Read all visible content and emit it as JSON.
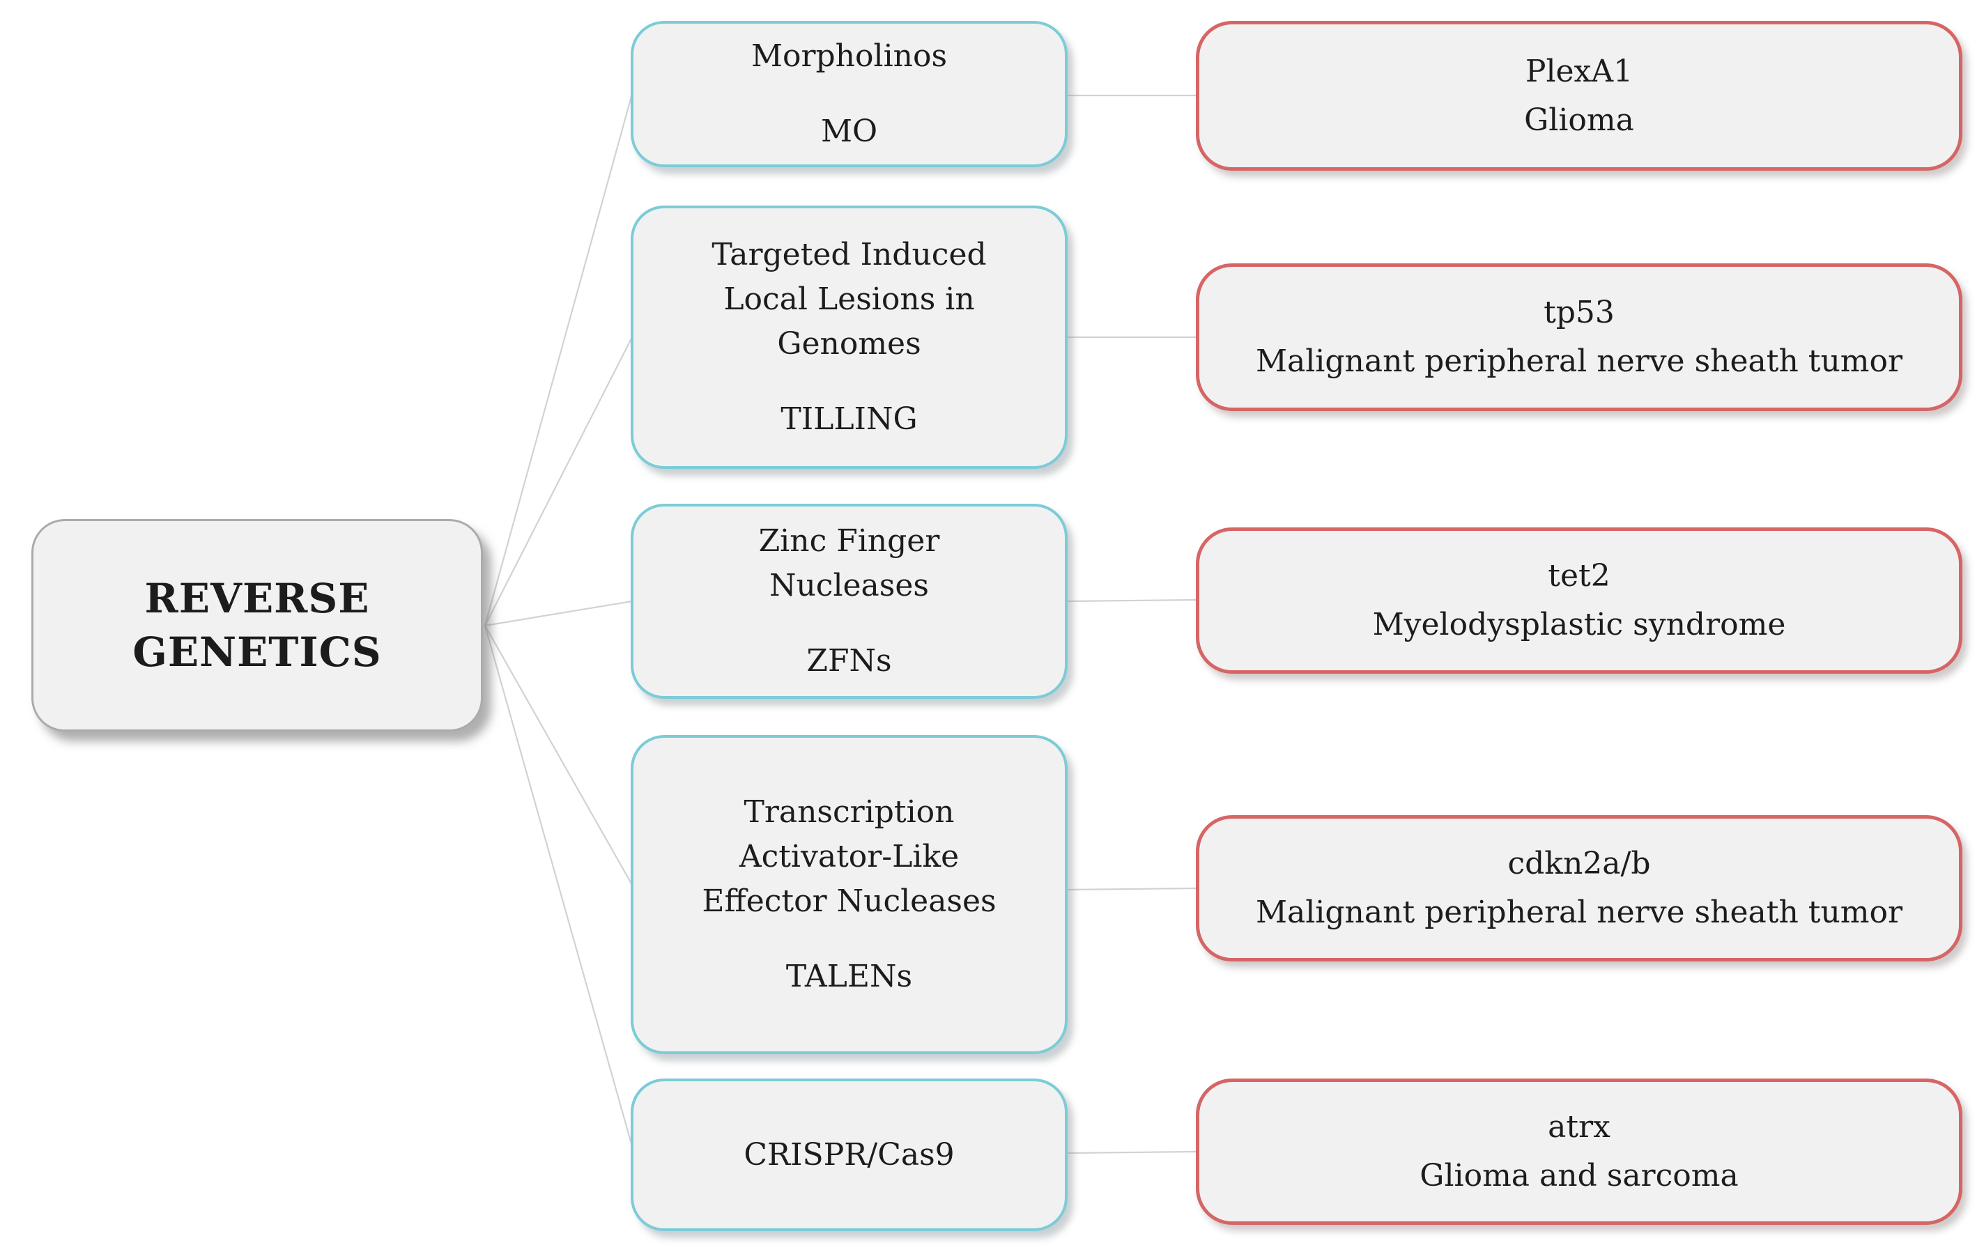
{
  "diagram": {
    "title": "Reverse genetics techniques mind map",
    "root": {
      "label": "REVERSE\nGENETICS"
    },
    "branches": [
      {
        "technique": {
          "name": "Morpholinos",
          "abbreviation": "MO"
        },
        "target": {
          "gene": "PlexA1",
          "disease": "Glioma"
        }
      },
      {
        "technique": {
          "name": "Targeted Induced\nLocal Lesions in\nGenomes",
          "abbreviation": "TILLING"
        },
        "target": {
          "gene": "tp53",
          "disease": "Malignant peripheral nerve sheath tumor"
        }
      },
      {
        "technique": {
          "name": "Zinc Finger\nNucleases",
          "abbreviation": "ZFNs"
        },
        "target": {
          "gene": "tet2",
          "disease": "Myelodysplastic syndrome"
        }
      },
      {
        "technique": {
          "name": "Transcription\nActivator-Like\nEffector Nucleases",
          "abbreviation": "TALENs"
        },
        "target": {
          "gene": "cdkn2a/b",
          "disease": "Malignant peripheral nerve sheath tumor"
        }
      },
      {
        "technique": {
          "name": "CRISPR/Cas9",
          "abbreviation": ""
        },
        "target": {
          "gene": "atrx",
          "disease": "Glioma and sarcoma"
        }
      }
    ],
    "colors": {
      "technique_border": "#7cccd7",
      "target_border": "#d66565",
      "root_border": "#ababab",
      "node_fill": "#f1f1f2",
      "connector": "#d2d2d2",
      "text": "#1c1c1c",
      "background": "#ffffff"
    }
  }
}
